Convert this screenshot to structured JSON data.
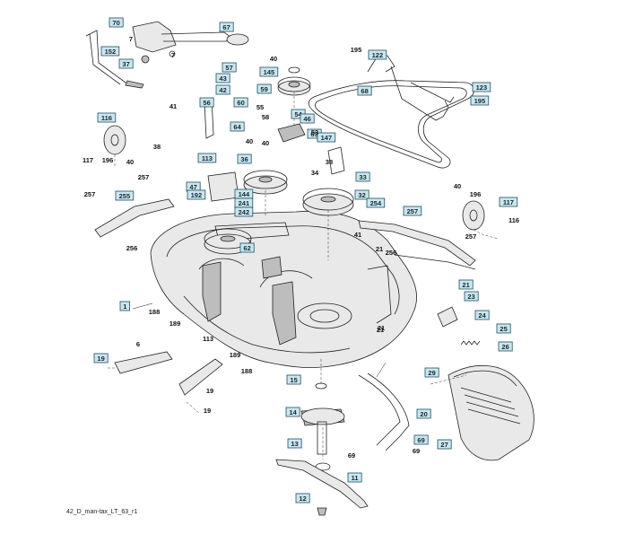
{
  "caption": "42_D_man-tax_LT_63_r1",
  "colors": {
    "label_fill": "#cde6ee",
    "label_stroke": "#1b4f63",
    "line": "#222222"
  },
  "boxed_labels": [
    "70",
    "67",
    "152",
    "37",
    "122",
    "145",
    "57",
    "43",
    "42",
    "59",
    "68",
    "123",
    "195",
    "56",
    "60",
    "116",
    "64",
    "54",
    "46",
    "63",
    "147",
    "113",
    "36",
    "47",
    "192",
    "144",
    "241",
    "242",
    "255",
    "33",
    "32",
    "254",
    "257",
    "117",
    "62",
    "1",
    "23",
    "24",
    "25",
    "26",
    "19",
    "15",
    "14",
    "13",
    "11",
    "12",
    "20",
    "27",
    "29",
    "69",
    "21"
  ],
  "plain_labels": [
    "7",
    "7",
    "40",
    "195",
    "41",
    "58",
    "55",
    "53",
    "40",
    "38",
    "117",
    "196",
    "40",
    "257",
    "257",
    "38",
    "40",
    "41",
    "34",
    "257",
    "116",
    "256",
    "256",
    "21",
    "21",
    "188",
    "189",
    "113",
    "189",
    "188",
    "6",
    "19",
    "69",
    "69",
    "19",
    "21",
    "196",
    "40"
  ]
}
